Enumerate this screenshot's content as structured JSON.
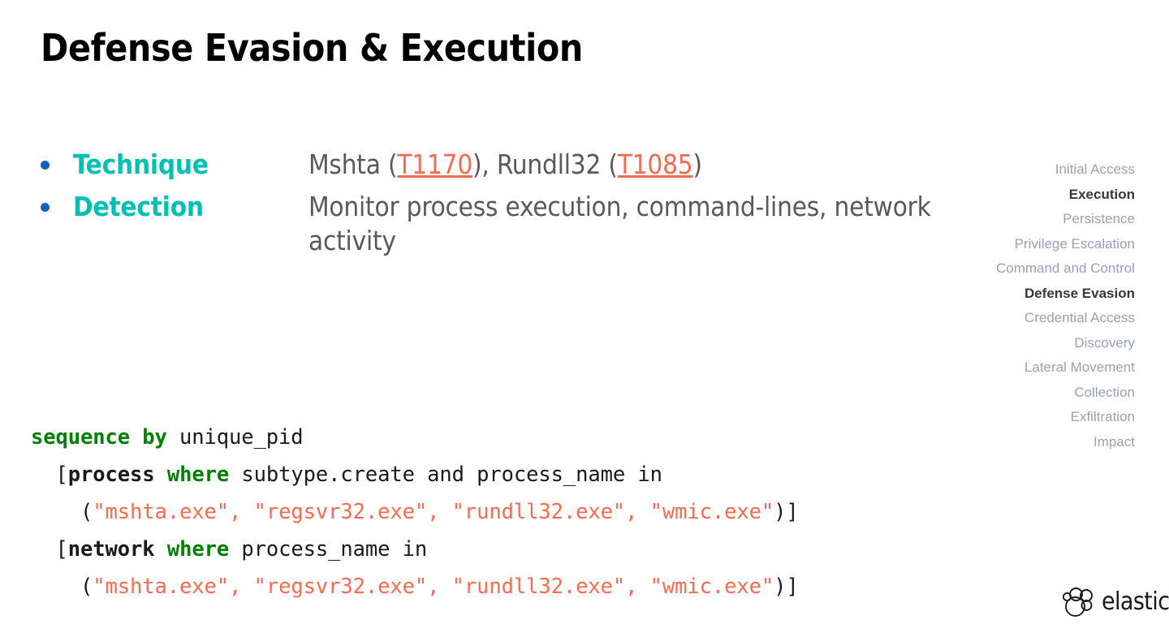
{
  "slide": {
    "title": "Defense Evasion & Execution"
  },
  "bullets": [
    {
      "label": "Technique",
      "text_parts": [
        {
          "type": "text",
          "value": "Mshta ("
        },
        {
          "type": "link",
          "value": "T1170"
        },
        {
          "type": "text",
          "value": "), Rundll32 ("
        },
        {
          "type": "link",
          "value": "T1085"
        },
        {
          "type": "text",
          "value": ")"
        }
      ],
      "text_plain": "Mshta (T1170), Rundll32 (T1085)"
    },
    {
      "label": "Detection",
      "text_parts": [
        {
          "type": "text",
          "value": "Monitor process execution, command-lines, network activity"
        }
      ],
      "text_plain": "Monitor process execution, command-lines, network activity"
    }
  ],
  "code": {
    "language": "eql",
    "lines": [
      {
        "indent": 0,
        "tokens": [
          {
            "type": "keyword",
            "value": "sequence by"
          },
          {
            "type": "plain",
            "value": " unique_pid"
          }
        ]
      },
      {
        "indent": 1,
        "tokens": [
          {
            "type": "plain",
            "value": "["
          },
          {
            "type": "event",
            "value": "process"
          },
          {
            "type": "plain",
            "value": " "
          },
          {
            "type": "keyword",
            "value": "where"
          },
          {
            "type": "plain",
            "value": " subtype.create and process_name in"
          }
        ]
      },
      {
        "indent": 2,
        "tokens": [
          {
            "type": "plain",
            "value": "("
          },
          {
            "type": "string",
            "value": "\"mshta.exe\", \"regsvr32.exe\", \"rundll32.exe\", \"wmic.exe\""
          },
          {
            "type": "plain",
            "value": ")]"
          }
        ]
      },
      {
        "indent": 1,
        "tokens": [
          {
            "type": "plain",
            "value": "["
          },
          {
            "type": "event",
            "value": "network"
          },
          {
            "type": "plain",
            "value": " "
          },
          {
            "type": "keyword",
            "value": "where"
          },
          {
            "type": "plain",
            "value": " process_name in"
          }
        ]
      },
      {
        "indent": 2,
        "tokens": [
          {
            "type": "plain",
            "value": "("
          },
          {
            "type": "string",
            "value": "\"mshta.exe\", \"regsvr32.exe\", \"rundll32.exe\", \"wmic.exe\""
          },
          {
            "type": "plain",
            "value": ")]"
          }
        ]
      }
    ]
  },
  "tactics": [
    {
      "label": "Initial Access",
      "active": false
    },
    {
      "label": "Execution",
      "active": true
    },
    {
      "label": "Persistence",
      "active": false
    },
    {
      "label": "Privilege Escalation",
      "active": false
    },
    {
      "label": "Command and Control",
      "active": false
    },
    {
      "label": "Defense Evasion",
      "active": true
    },
    {
      "label": "Credential Access",
      "active": false
    },
    {
      "label": "Discovery",
      "active": false
    },
    {
      "label": "Lateral Movement",
      "active": false
    },
    {
      "label": "Collection",
      "active": false
    },
    {
      "label": "Exfiltration",
      "active": false
    },
    {
      "label": "Impact",
      "active": false
    }
  ],
  "logo": {
    "wordmark": "elastic"
  },
  "colors": {
    "teal": "#00bfb3",
    "bullet_blue": "#1064c0",
    "link_orange": "#fa6a50",
    "body_gray": "#58595b",
    "code_keyword_green": "#008000",
    "code_string_orange": "#fa6a50",
    "tactic_inactive": "#98a2b3",
    "tactic_active": "#343741"
  }
}
